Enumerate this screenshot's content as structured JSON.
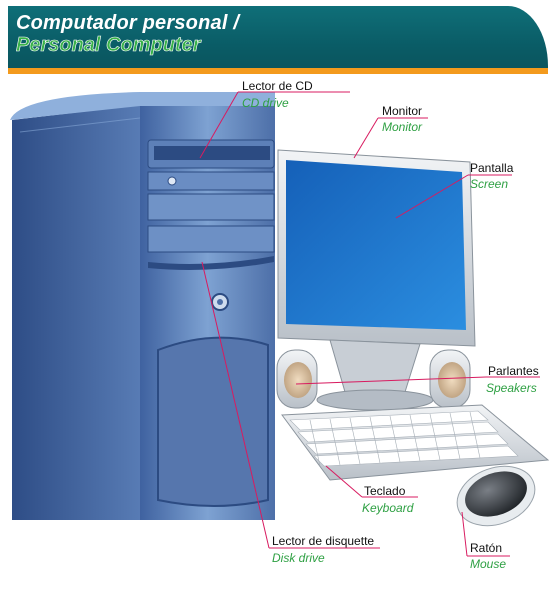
{
  "header": {
    "title_es": "Computador personal /",
    "title_en": "Personal  Computer"
  },
  "labels": {
    "cd": {
      "es": "Lector de CD",
      "en": "CD drive"
    },
    "monitor": {
      "es": "Monitor",
      "en": "Monitor"
    },
    "screen": {
      "es": "Pantalla",
      "en": "Screen"
    },
    "speakers": {
      "es": "Parlantes",
      "en": "Speakers"
    },
    "keyboard": {
      "es": "Teclado",
      "en": "Keyboard"
    },
    "disk": {
      "es": "Lector de disquette",
      "en": "Disk drive"
    },
    "mouse": {
      "es": "Ratón",
      "en": "Mouse"
    }
  },
  "colors": {
    "header_bg": "#0a5c66",
    "header_accent": "#f39a1d",
    "english_text": "#2ea043",
    "leader_line": "#d81b60",
    "case_blue": "#5a7fb6",
    "screen_blue": "#1f74c9"
  }
}
